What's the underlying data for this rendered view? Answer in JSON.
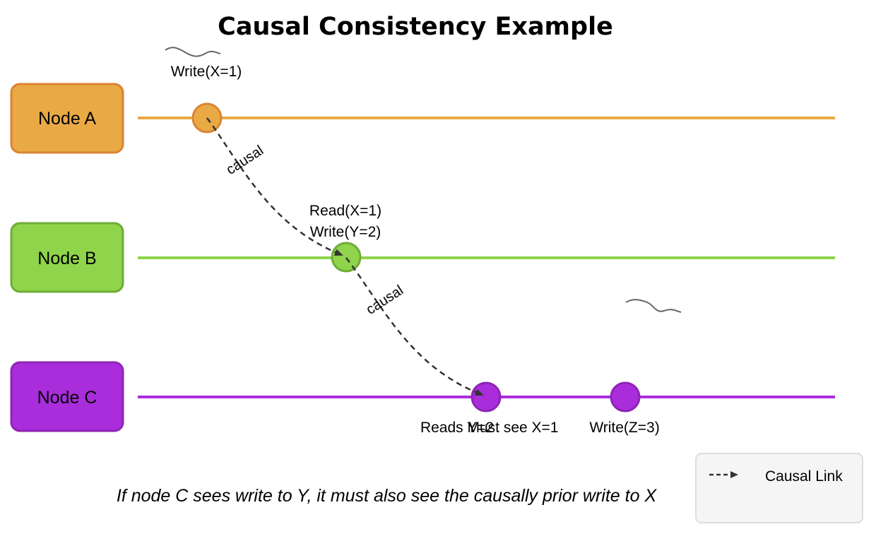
{
  "title": "Causal Consistency Example",
  "colors": {
    "node_a": "#e9a945",
    "node_a_stroke": "#d98433",
    "node_b": "#8fd44a",
    "node_b_stroke": "#6fac38",
    "node_c": "#a92ddb",
    "node_c_stroke": "#8d25b5",
    "link": "#333333"
  },
  "nodes": [
    {
      "label": "Node A"
    },
    {
      "label": "Node B"
    },
    {
      "label": "Node C"
    }
  ],
  "events": {
    "a_write": "Write(X=1)",
    "b_read": "Read(X=1)",
    "b_write": "Write(Y=2)",
    "c_reads": "Reads Y=2",
    "c_must_see": "Must see X=1",
    "c_write": "Write(Z=3)"
  },
  "links": [
    {
      "label": "causal"
    },
    {
      "label": "causal"
    }
  ],
  "legend": {
    "label": "Causal Link"
  },
  "caption": "If node C sees write to Y, it must also see the causally prior write to X"
}
